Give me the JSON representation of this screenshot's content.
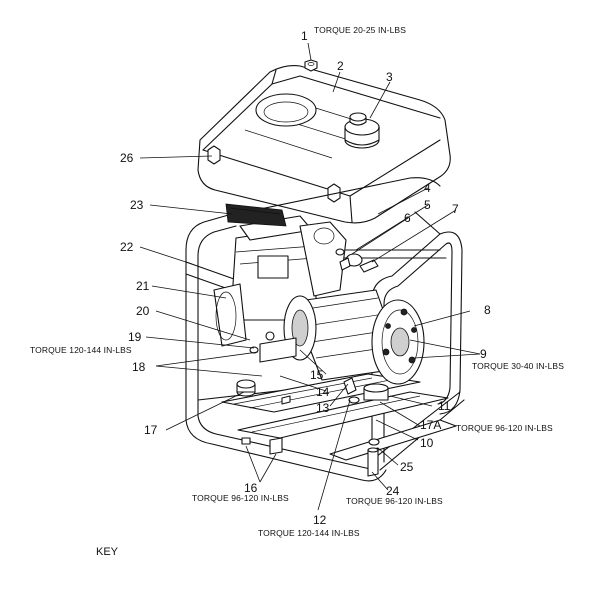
{
  "callouts": {
    "c1": "1",
    "c2": "2",
    "c3": "3",
    "c4": "4",
    "c5": "5",
    "c6": "6",
    "c7": "7",
    "c8": "8",
    "c9": "9",
    "c10": "10",
    "c11": "11",
    "c12": "12",
    "c13": "13",
    "c14": "14",
    "c15": "15",
    "c16": "16",
    "c17": "17",
    "c17a": "17A",
    "c18": "18",
    "c19": "19",
    "c20": "20",
    "c21": "21",
    "c22": "22",
    "c23": "23",
    "c24": "24",
    "c25": "25",
    "c26": "26"
  },
  "torque": {
    "t1": "TORQUE 20-25 IN-LBS",
    "t19": "TORQUE 120-144 IN-LBS",
    "t9": "TORQUE 30-40 IN-LBS",
    "t17a": "TORQUE 96-120 IN-LBS",
    "t16": "TORQUE 96-120 IN-LBS",
    "t24": "TORQUE 96-120 IN-LBS",
    "t12": "TORQUE 120-144 IN-LBS"
  },
  "key_label": "KEY"
}
